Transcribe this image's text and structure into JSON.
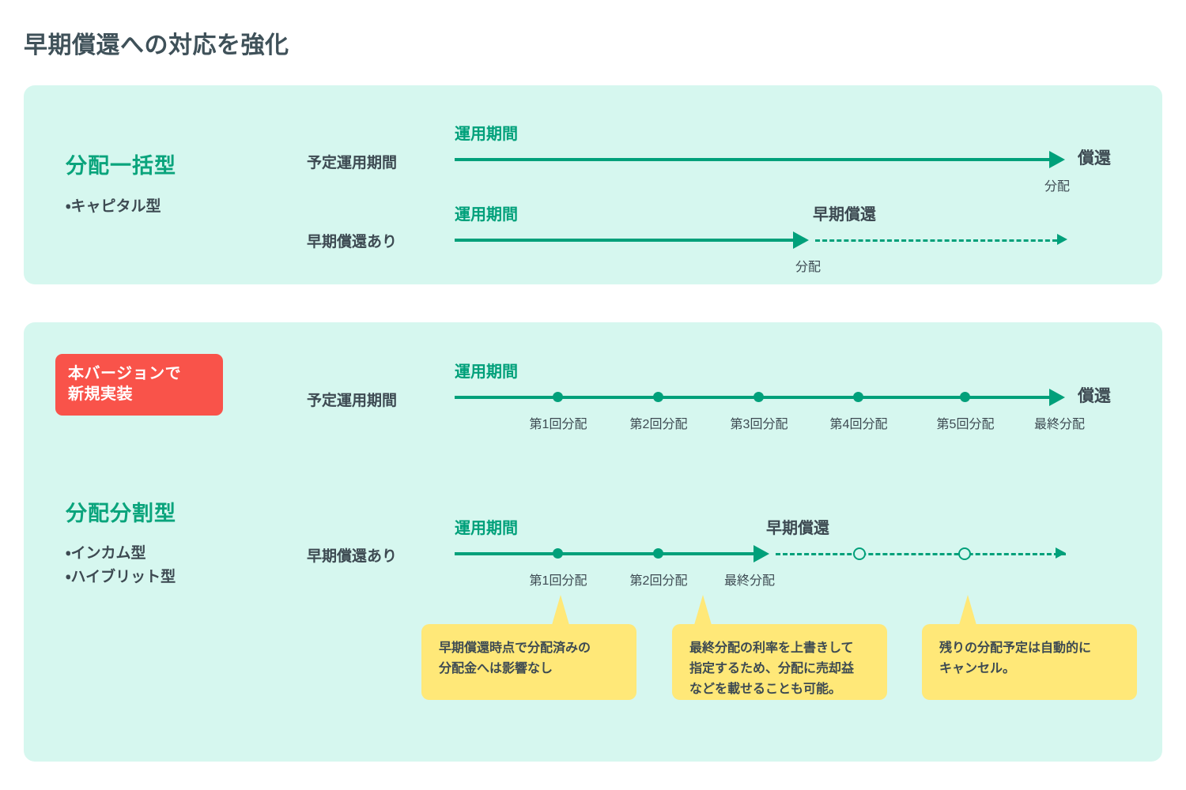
{
  "page": {
    "title": "早期償還への対応を強化"
  },
  "colors": {
    "panel_bg": "#d6f7ef",
    "accent_green": "#00a07a",
    "heading_green": "#0aa47c",
    "badge_red": "#f9534a",
    "callout_yellow": "#ffe878",
    "text_dark": "#3d4a52"
  },
  "sections": [
    {
      "category_title": "分配一括型",
      "category_items": [
        "・キャピタル型"
      ],
      "rows": [
        {
          "row_label": "予定運用期間",
          "period_label": "運用期間",
          "event_label": "",
          "end_label": "償還",
          "under_end_label": "分配",
          "markers": []
        },
        {
          "row_label": "早期償還あり",
          "period_label": "運用期間",
          "event_label": "早期償還",
          "end_label": "",
          "under_end_label": "分配",
          "markers": []
        }
      ]
    },
    {
      "badge": "本バージョンで\n新規実装",
      "badge_line1": "本バージョンで",
      "badge_line2": "新規実装",
      "category_title": "分配分割型",
      "category_items": [
        "・インカム型",
        "・ハイブリット型"
      ],
      "rows": [
        {
          "row_label": "予定運用期間",
          "period_label": "運用期間",
          "event_label": "",
          "end_label": "償還",
          "markers": [
            "第1回分配",
            "第2回分配",
            "第3回分配",
            "第4回分配",
            "第5回分配",
            "最終分配"
          ]
        },
        {
          "row_label": "早期償還あり",
          "period_label": "運用期間",
          "event_label": "早期償還",
          "end_label": "",
          "markers": [
            "第1回分配",
            "第2回分配",
            "最終分配"
          ]
        }
      ]
    }
  ],
  "callouts": [
    {
      "line1": "早期償還時点で分配済みの",
      "line2": "分配金へは影響なし",
      "line3": ""
    },
    {
      "line1": "最終分配の利率を上書きして",
      "line2": "指定するため、分配に売却益",
      "line3": "などを載せることも可能。"
    },
    {
      "line1": "残りの分配予定は自動的に",
      "line2": "キャンセル。",
      "line3": ""
    }
  ]
}
